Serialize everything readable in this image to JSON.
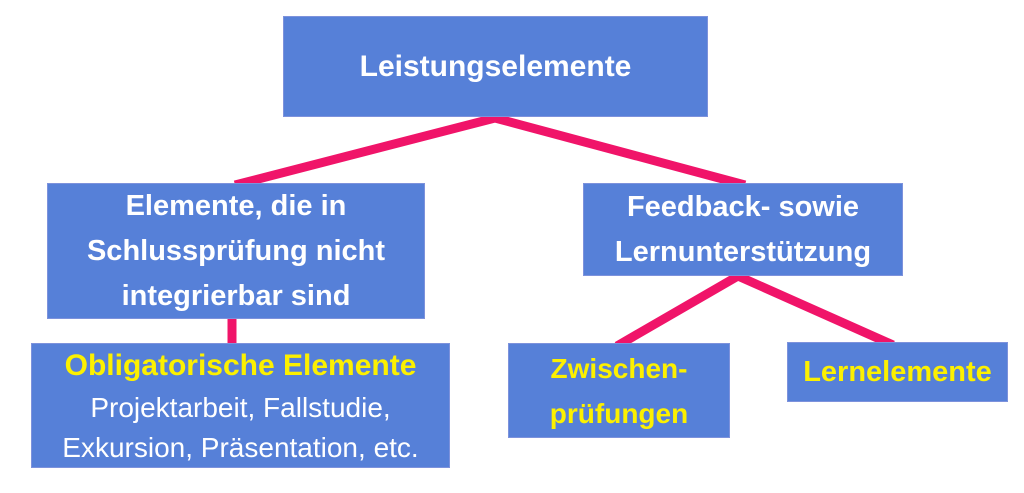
{
  "colors": {
    "box_blue": "#5680d8",
    "box_border": "#7d92dc",
    "connector_pink": "#f01469",
    "text_white": "#ffffff",
    "text_yellow": "#fcf000"
  },
  "diagram": {
    "root": {
      "label": "Leistungselemente"
    },
    "left_branch": {
      "label_lines": [
        "Elemente, die in",
        "Schlussprüfung nicht",
        "integrierbar sind"
      ],
      "child": {
        "title": "Obligatorische Elemente",
        "detail_lines": [
          "Projektarbeit, Fallstudie,",
          "Exkursion, Präsentation, etc."
        ]
      }
    },
    "right_branch": {
      "label_lines": [
        "Feedback- sowie",
        "Lernunterstützung"
      ],
      "children": [
        {
          "label_lines": [
            "Zwischen-",
            "prüfungen"
          ]
        },
        {
          "label": "Lernelemente"
        }
      ]
    }
  }
}
